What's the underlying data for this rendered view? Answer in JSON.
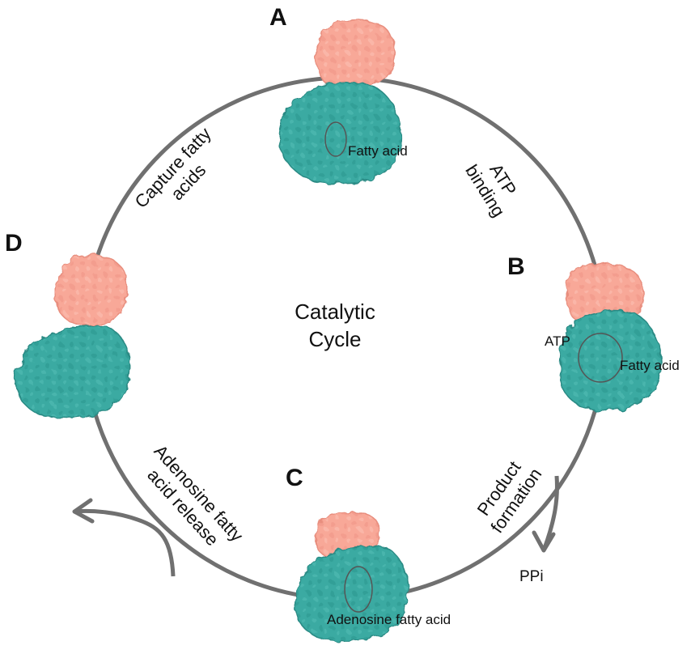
{
  "colors": {
    "cycle": "#707070",
    "teal": "#3aaaa2",
    "teal_dark": "#2a8a84",
    "salmon": "#f8a898",
    "salmon_dark": "#e88e7e",
    "text": "#111111"
  },
  "center": {
    "line1": "Catalytic",
    "line2": "Cycle"
  },
  "stages": {
    "a": "A",
    "b": "B",
    "c": "C",
    "d": "D"
  },
  "steps": {
    "capture": {
      "line1": "Capture fatty",
      "line2": "acids"
    },
    "atp": {
      "line1": "ATP",
      "line2": "binding"
    },
    "product": {
      "line1": "Product",
      "line2": "formation"
    },
    "release": {
      "line1": "Adenosine fatty",
      "line2": "acid release"
    }
  },
  "labels": {
    "a_fatty_acid": "Fatty acid",
    "b_atp": "ATP",
    "b_fatty_acid": "Fatty acid",
    "c_adenosine_fatty_acid": "Adenosine fatty acid",
    "ppi": "PPi"
  }
}
